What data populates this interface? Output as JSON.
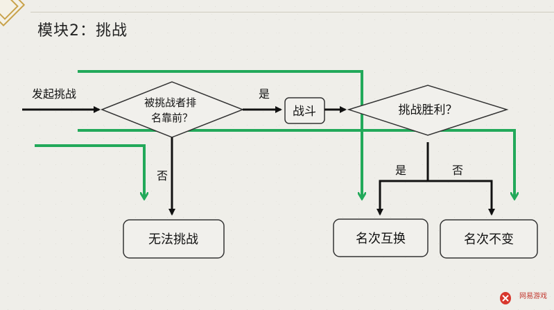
{
  "page": {
    "title": "模块2：挑战",
    "brand": "网易游戏"
  },
  "diagram": {
    "start_label": "发起挑战",
    "decision_rank": "被挑战者排\n名靠前？",
    "edge_yes_1": "是",
    "battle": "战斗",
    "decision_win": "挑战胜利？",
    "edge_no_1": "否",
    "cannot_challenge": "无法挑战",
    "edge_yes_2": "是",
    "edge_no_2": "否",
    "swap_rank": "名次互换",
    "rank_unchanged": "名次不变"
  },
  "colors": {
    "green": "#22a95a",
    "arrow": "#111111",
    "node_fill": "#f1f0ec",
    "node_stroke": "#333333",
    "accent_logo": "#c8a24a"
  }
}
